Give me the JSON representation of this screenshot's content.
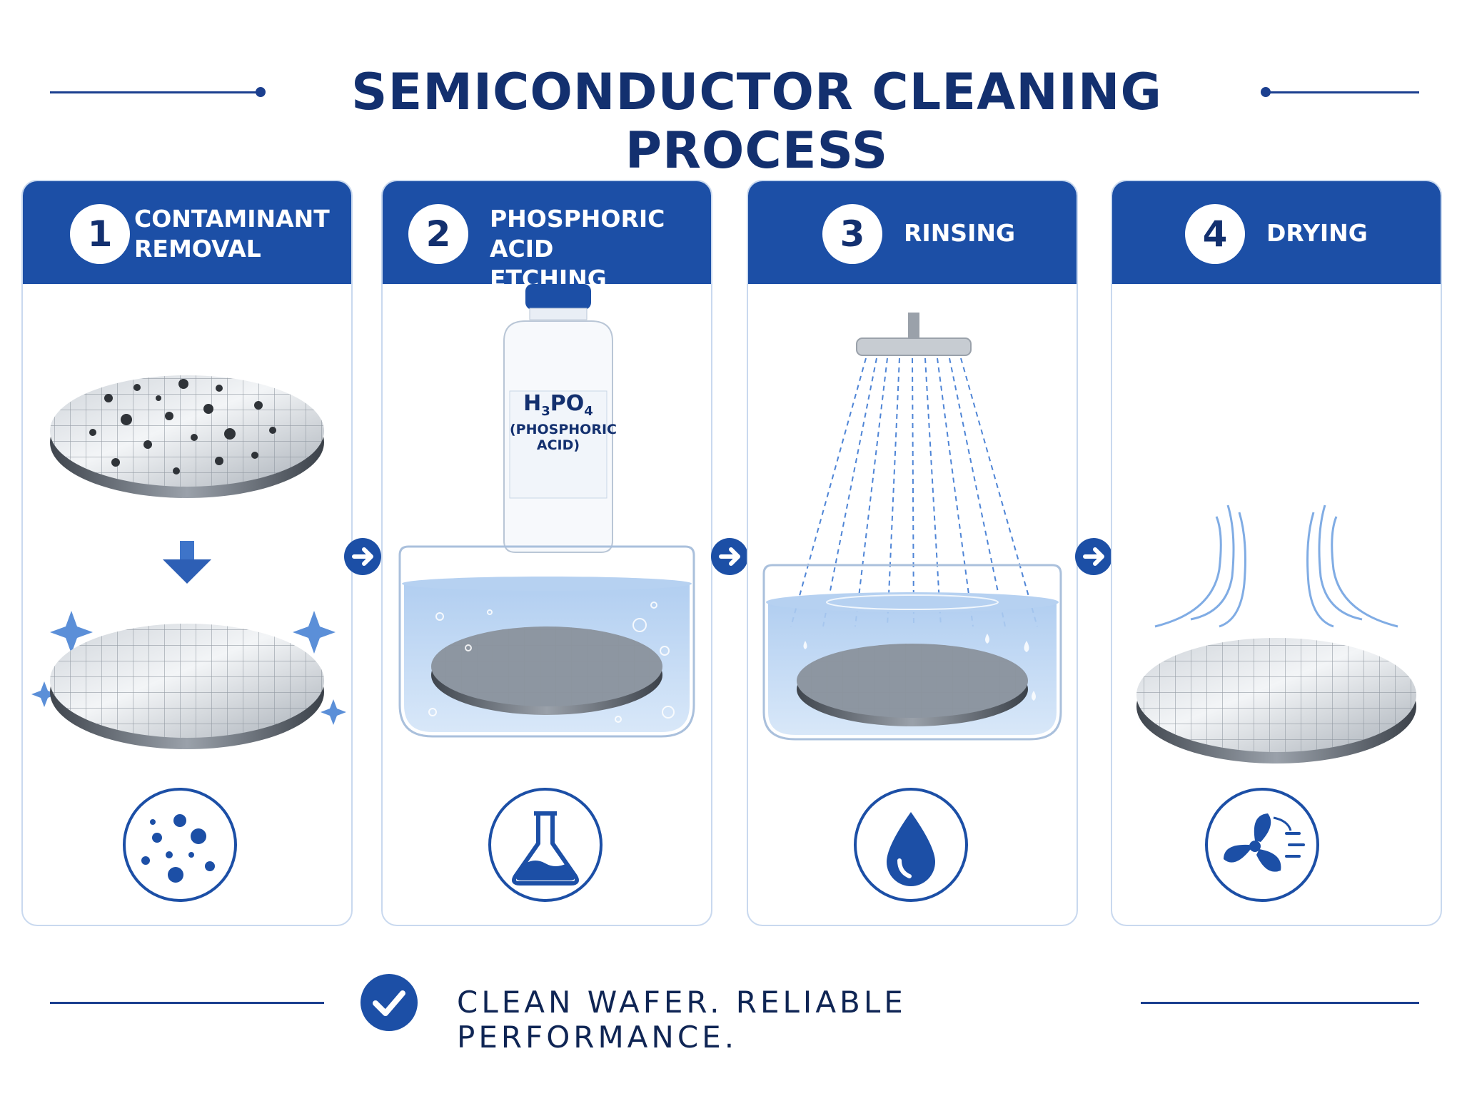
{
  "title": "SEMICONDUCTOR CLEANING PROCESS",
  "steps": [
    {
      "number": "1",
      "title": "CONTAMINANT\nREMOVAL",
      "icon": "particles-icon"
    },
    {
      "number": "2",
      "title": "PHOSPHORIC ACID\nETCHING",
      "icon": "flask-icon",
      "bottle_label": {
        "formula_main": "H",
        "formula_sub1": "3",
        "formula_mid": "PO",
        "formula_sub2": "4",
        "line2": "(PHOSPHORIC",
        "line3": "ACID)"
      }
    },
    {
      "number": "3",
      "title": "RINSING",
      "icon": "water-drop-icon"
    },
    {
      "number": "4",
      "title": "DRYING",
      "icon": "fan-icon"
    }
  ],
  "footer": {
    "tagline": "CLEAN WAFER. RELIABLE PERFORMANCE.",
    "icon": "check-icon"
  },
  "colors": {
    "primary": "#1c4fa6",
    "dark": "#13306f",
    "water": "#bcd6f3",
    "accent": "#5b8fd8"
  }
}
